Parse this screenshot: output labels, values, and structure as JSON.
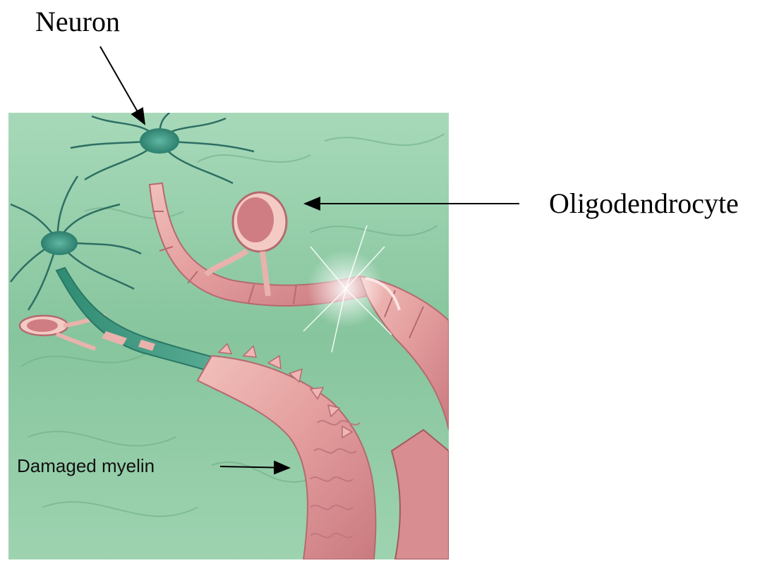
{
  "labels": {
    "neuron": "Neuron",
    "oligodendrocyte": "Oligodendrocyte",
    "damaged_myelin": "Damaged myelin"
  },
  "colors": {
    "background_green": "#8cc9a2",
    "myelin_pink": "#e8a7a7",
    "axon_teal": "#3f9c84"
  }
}
